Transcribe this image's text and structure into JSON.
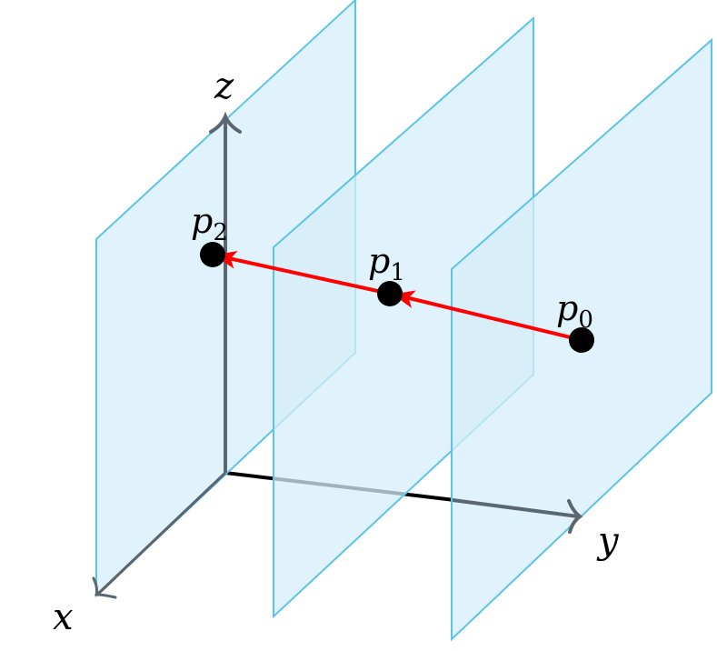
{
  "axes": {
    "x_label": "x",
    "y_label": "y",
    "z_label": "z"
  },
  "points": [
    {
      "name": "p",
      "subscript": "0"
    },
    {
      "name": "p",
      "subscript": "1"
    },
    {
      "name": "p",
      "subscript": "2"
    }
  ],
  "colors": {
    "plane_fill": "#d6eefa",
    "plane_stroke": "#5bc4e8",
    "axis": "#5a6670",
    "axis_hidden": "#000000",
    "arrow": "#ff0000",
    "point": "#000000"
  }
}
